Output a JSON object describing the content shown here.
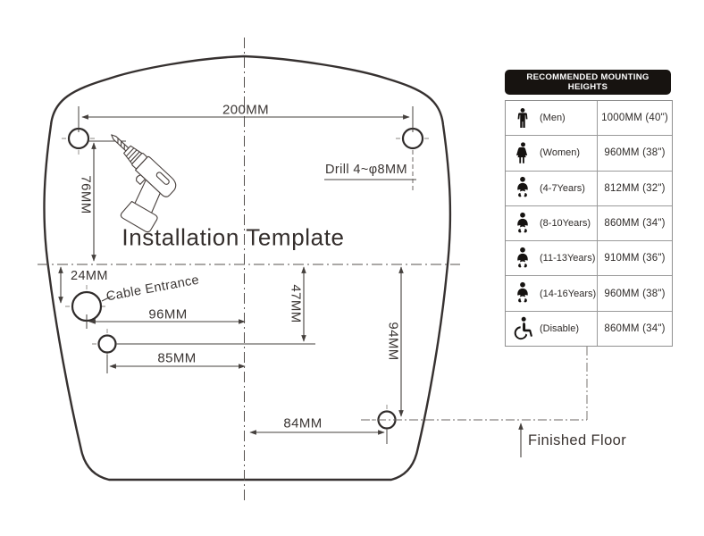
{
  "template": {
    "title": "Installation Template",
    "drill_note": "Drill 4~φ8MM",
    "cable_entrance_label": "Cable Entrance",
    "finished_floor_label": "Finished Floor",
    "dimensions": {
      "top_hole_spacing": "200MM",
      "top_holes_to_centerline": "76MM",
      "centerline_to_cable_hole": "24MM",
      "cable_hole_to_centerline": "96MM",
      "lower_hole_to_centerline": "85MM",
      "centerline_to_lower_hole_v": "47MM",
      "centerline_to_bottom_hole_v": "94MM",
      "centerline_to_bottom_hole_h": "84MM"
    }
  },
  "mounting_table": {
    "header": "RECOMMENDED MOUNTING HEIGHTS",
    "rows": [
      {
        "icon": "man-icon",
        "label": "(Men)",
        "height": "1000MM (40\")"
      },
      {
        "icon": "woman-icon",
        "label": "(Women)",
        "height": "960MM (38\")"
      },
      {
        "icon": "child-icon",
        "label": "(4-7Years)",
        "height": "812MM (32\")"
      },
      {
        "icon": "child-icon",
        "label": "(8-10Years)",
        "height": "860MM (34\")"
      },
      {
        "icon": "child-icon",
        "label": "(11-13Years)",
        "height": "910MM (36\")"
      },
      {
        "icon": "child-icon",
        "label": "(14-16Years)",
        "height": "960MM (38\")"
      },
      {
        "icon": "wheelchair-icon",
        "label": "(Disable)",
        "height": "860MM (34\")"
      }
    ]
  },
  "colors": {
    "line": "#45403d",
    "outline": "#363130",
    "header_background": "#171310",
    "table_border": "#9a9a9a",
    "background": "#ffffff"
  }
}
